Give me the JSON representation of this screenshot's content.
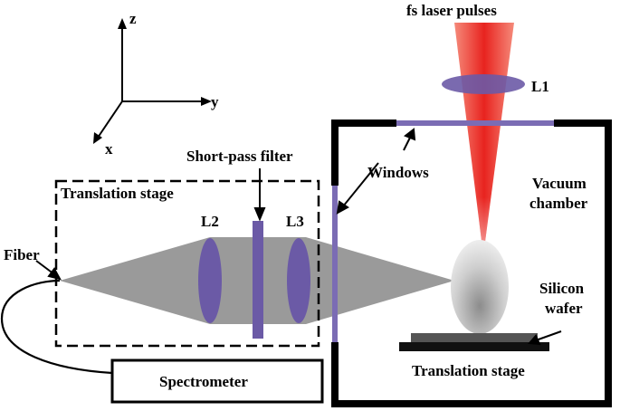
{
  "axes": {
    "z": "z",
    "y": "y",
    "x": "x"
  },
  "labels": {
    "laser": "fs laser pulses",
    "l1": "L1",
    "l2": "L2",
    "l3": "L3",
    "short_pass": "Short-pass filter",
    "translation_stage_top": "Translation stage",
    "windows": "Windows",
    "vacuum_line1": "Vacuum",
    "vacuum_line2": "chamber",
    "fiber": "Fiber",
    "silicon_line1": "Silicon",
    "silicon_line2": "wafer",
    "spectrometer": "Spectrometer",
    "translation_stage_bottom": "Translation stage"
  },
  "colors": {
    "laser_beam": "#e8231f",
    "lens": "#6b5aa6",
    "window": "#7b6cb4",
    "light_cone": "#9a9a9a",
    "plasma": "#d9d9d9",
    "wafer": "#444444",
    "frame": "#000000"
  }
}
